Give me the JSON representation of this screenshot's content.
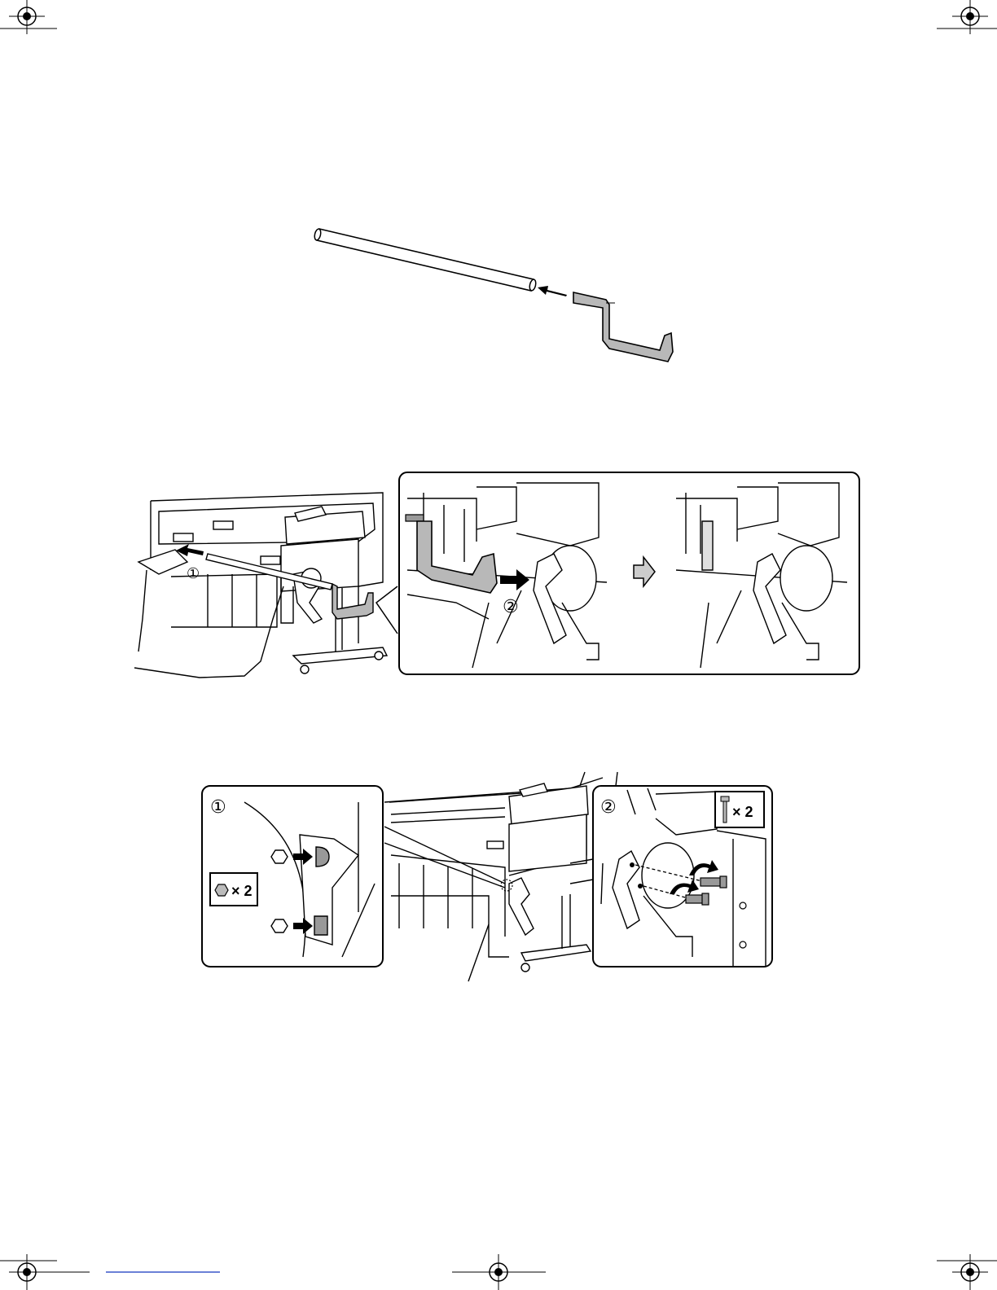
{
  "figure3": {
    "step1_marker": "①",
    "step2_marker": "②",
    "nut_qty": "× 2",
    "bolt_qty": "× 2"
  },
  "figure2": {
    "step1_marker": "①",
    "step2_marker": "②"
  },
  "icons": {
    "registration_mark": "crosshair-target-icon",
    "direction_arrow": "block-arrow-icon",
    "nut": "hex-nut-icon",
    "bolt": "bolt-icon"
  }
}
